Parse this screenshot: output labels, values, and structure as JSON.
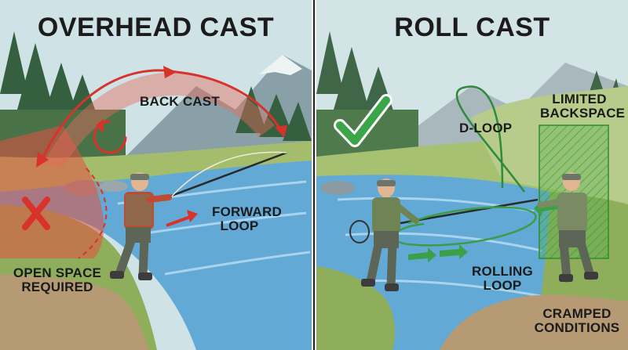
{
  "left_panel": {
    "title": "OVERHEAD CAST",
    "back_cast": "BACK CAST",
    "forward_loop": [
      "FORWARD",
      "LOOP"
    ],
    "open_space": [
      "OPEN SPACE",
      "REQUIRED"
    ],
    "mark_icon": "red-x-icon"
  },
  "right_panel": {
    "title": "ROLL CAST",
    "d_loop": "D-LOOP",
    "limited_backspace": [
      "LIMITED",
      "BACKSPACE"
    ],
    "rolling_loop": [
      "ROLLING",
      "LOOP"
    ],
    "cramped_conditions": [
      "CRAMPED",
      "CONDITIONS"
    ],
    "mark_icon": "green-check-icon"
  },
  "colors": {
    "sky": "#c9dfe4",
    "grass": "#9bb86a",
    "river": "#5fa6d3",
    "red_accent": "#d9322b",
    "green_accent": "#2e9e3f",
    "divider": "#222222"
  }
}
